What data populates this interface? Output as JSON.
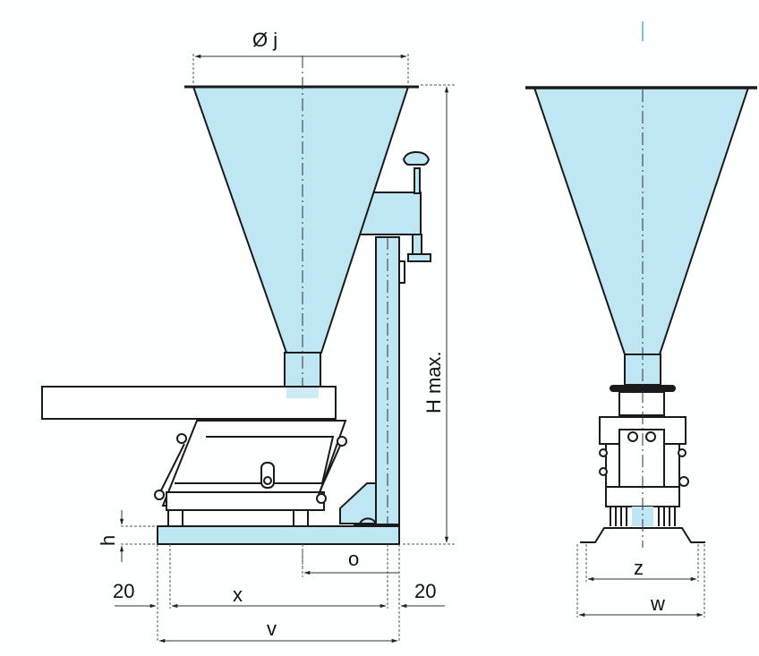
{
  "diagram": {
    "colors": {
      "fill": "#bfe6f3",
      "line": "#1a1a1a",
      "background": "#fdfefe"
    },
    "side_view": {
      "labels": {
        "hopper_diameter": "Ø j",
        "height_max": "H max.",
        "base_height": "h",
        "offset": "o",
        "margin_left": "20",
        "margin_right": "20",
        "hole_spacing": "x",
        "base_length": "v"
      }
    },
    "front_view": {
      "labels": {
        "foot_hole_spacing": "z",
        "foot_width": "w"
      }
    }
  }
}
